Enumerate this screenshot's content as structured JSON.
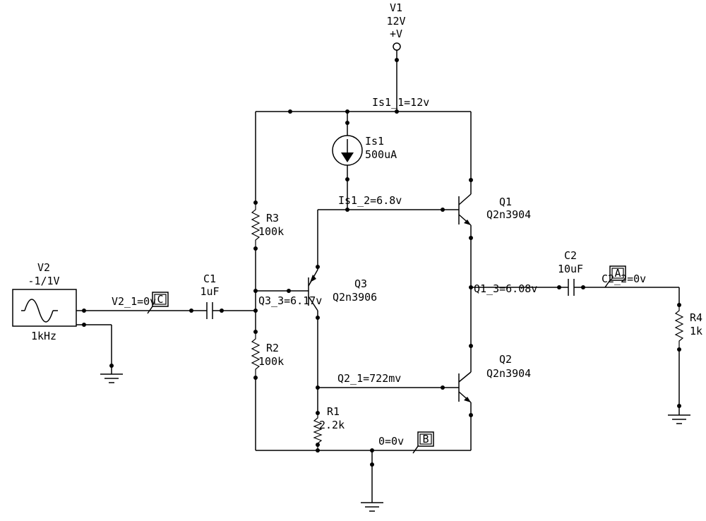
{
  "title": "",
  "sources": {
    "v1": {
      "name": "V1",
      "value": "12V",
      "symbol": "+V"
    },
    "v2": {
      "name": "V2",
      "value": "-1/1V",
      "freq": "1kHz"
    },
    "is1": {
      "name": "Is1",
      "value": "500uA"
    }
  },
  "components": {
    "r1": {
      "name": "R1",
      "value": "2.2k"
    },
    "r2": {
      "name": "R2",
      "value": "100k"
    },
    "r3": {
      "name": "R3",
      "value": "100k"
    },
    "r4": {
      "name": "R4",
      "value": "1k"
    },
    "c1": {
      "name": "C1",
      "value": "1uF"
    },
    "c2": {
      "name": "C2",
      "value": "10uF"
    },
    "q1": {
      "name": "Q1",
      "model": "Q2n3904"
    },
    "q2": {
      "name": "Q2",
      "model": "Q2n3904"
    },
    "q3": {
      "name": "Q3",
      "model": "Q2n3906"
    }
  },
  "node_labels": {
    "is1_1": "Is1_1=12v",
    "is1_2": "Is1_2=6.8v",
    "q3_3": "Q3_3=6.17v",
    "q1_3": "Q1_3=6.08v",
    "q2_1": "Q2_1=722mv",
    "v2_1": "V2_1=0v",
    "c2_2": "C2_2=0v",
    "gnd": "0=0v"
  },
  "probes": {
    "a": "A",
    "b": "B",
    "c": "C"
  }
}
